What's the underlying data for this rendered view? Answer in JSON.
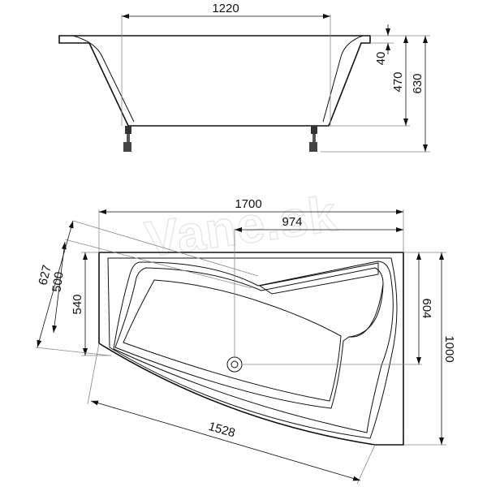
{
  "watermark": "Vane.sk",
  "side_view": {
    "width": "1220",
    "rim": "40",
    "depth": "470",
    "height": "630"
  },
  "top_view": {
    "length": "1700",
    "drain_offset": "974",
    "width_right": "1000",
    "drain_to_front": "604",
    "left_diag": "627",
    "left_inner": "500",
    "left_edge": "540",
    "front_curve": "1528"
  }
}
